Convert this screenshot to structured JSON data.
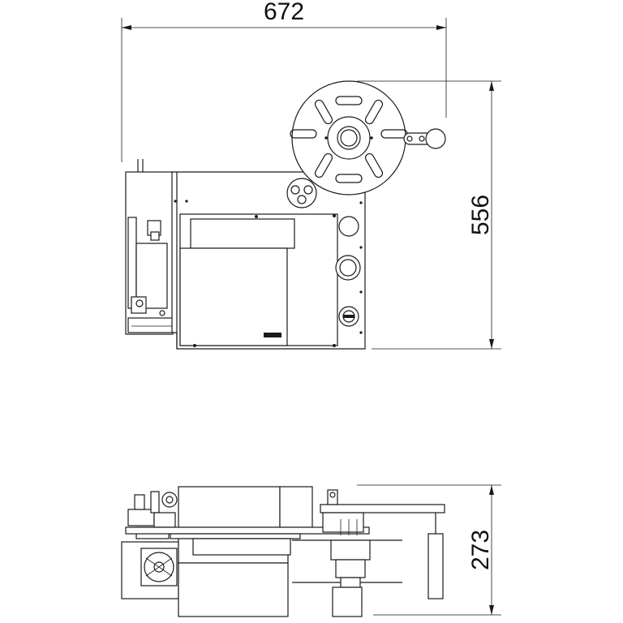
{
  "dimensions": {
    "width_label": "672",
    "height_label": "556",
    "side_height_label": "273"
  },
  "colors": {
    "line": "#1a1a1a",
    "background": "#ffffff"
  }
}
